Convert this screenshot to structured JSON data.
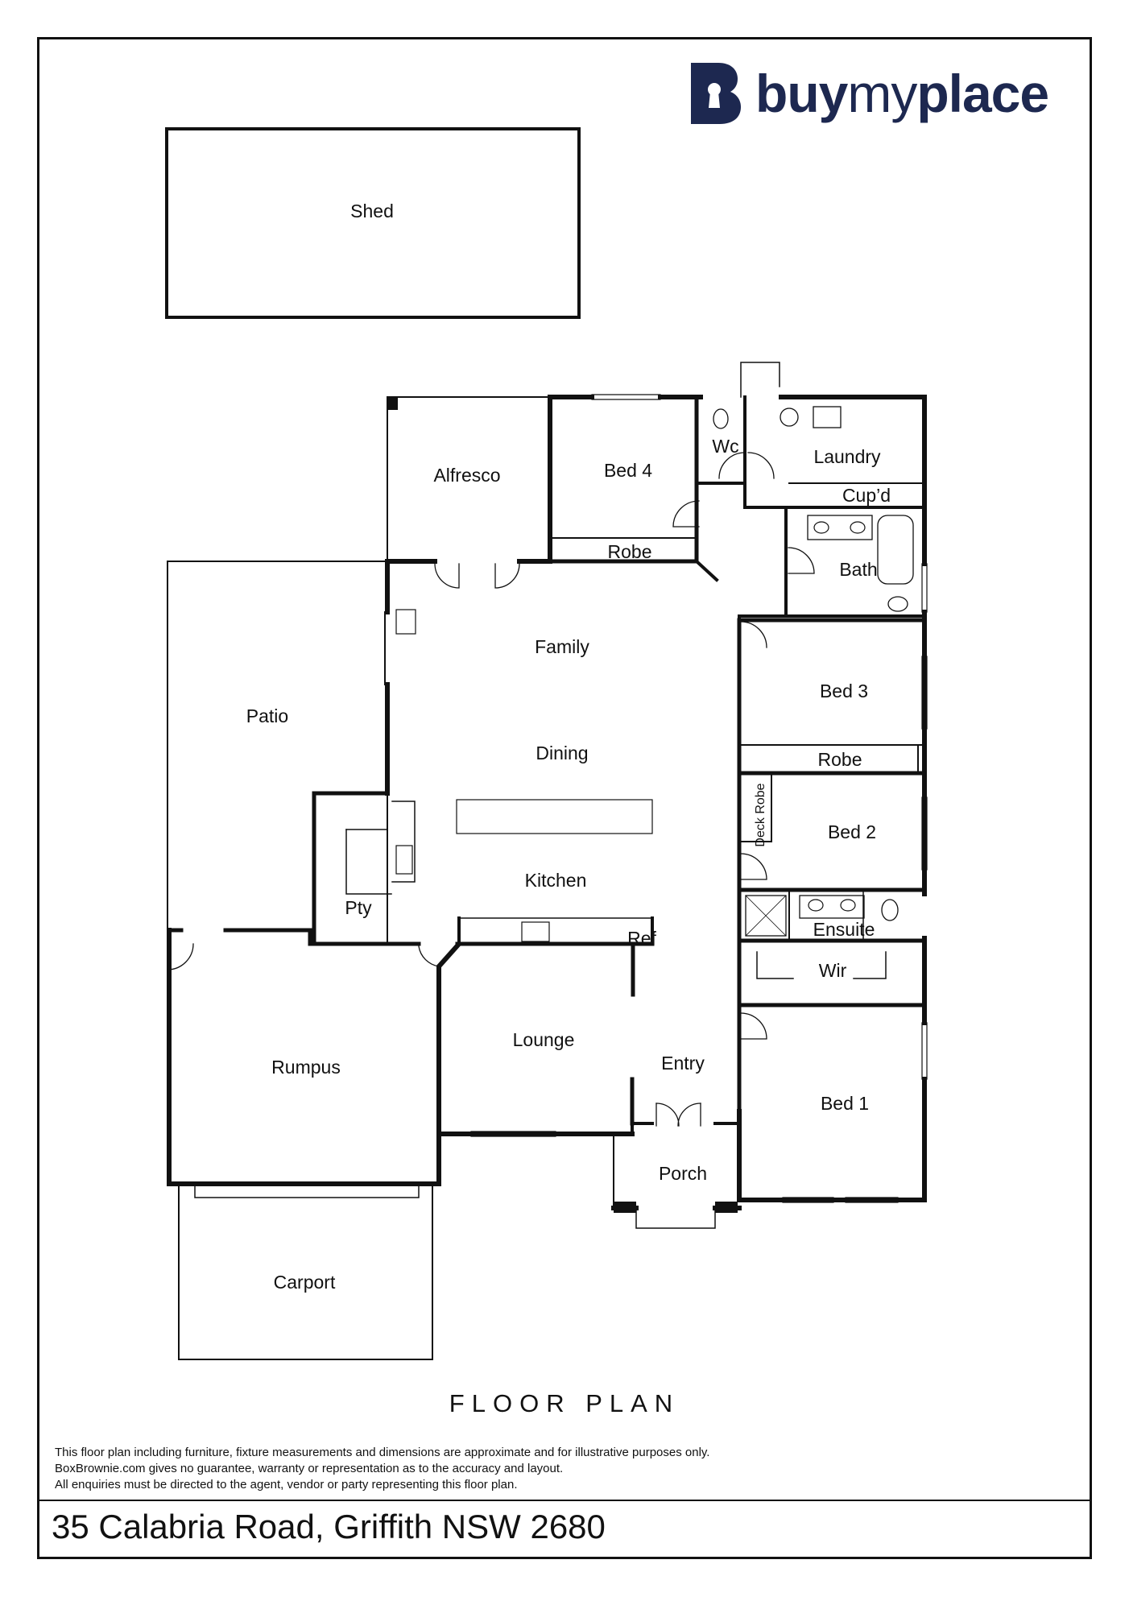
{
  "brand": {
    "name_part1": "buy",
    "name_part2": "my",
    "name_part3": "place",
    "logo_icon": "b-keyhole-icon",
    "brand_color": "#1d2850"
  },
  "rooms": {
    "shed": "Shed",
    "alfresco": "Alfresco",
    "bed4": "Bed 4",
    "robe_bed4": "Robe",
    "wc": "Wc",
    "laundry": "Laundry",
    "cupd": "Cup’d",
    "bath": "Bath",
    "patio": "Patio",
    "family": "Family",
    "dining": "Dining",
    "kitchen": "Kitchen",
    "pty": "Pty",
    "ref": "Ref",
    "bed3": "Bed 3",
    "robe_bed3": "Robe",
    "deck_robe": "Deck Robe",
    "bed2": "Bed 2",
    "ensuite": "Ensuite",
    "wir": "Wir",
    "rumpus": "Rumpus",
    "lounge": "Lounge",
    "entry": "Entry",
    "bed1": "Bed 1",
    "porch": "Porch",
    "carport": "Carport"
  },
  "plan_title": "FLOOR PLAN",
  "disclaimer": [
    "This floor plan including furniture, fixture measurements and dimensions are approximate and for illustrative purposes only.",
    "BoxBrownie.com gives no guarantee, warranty or representation as to the accuracy and layout.",
    "All enquiries must be directed to the agent, vendor or party representing this floor plan."
  ],
  "address": "35 Calabria Road, Griffith NSW 2680"
}
